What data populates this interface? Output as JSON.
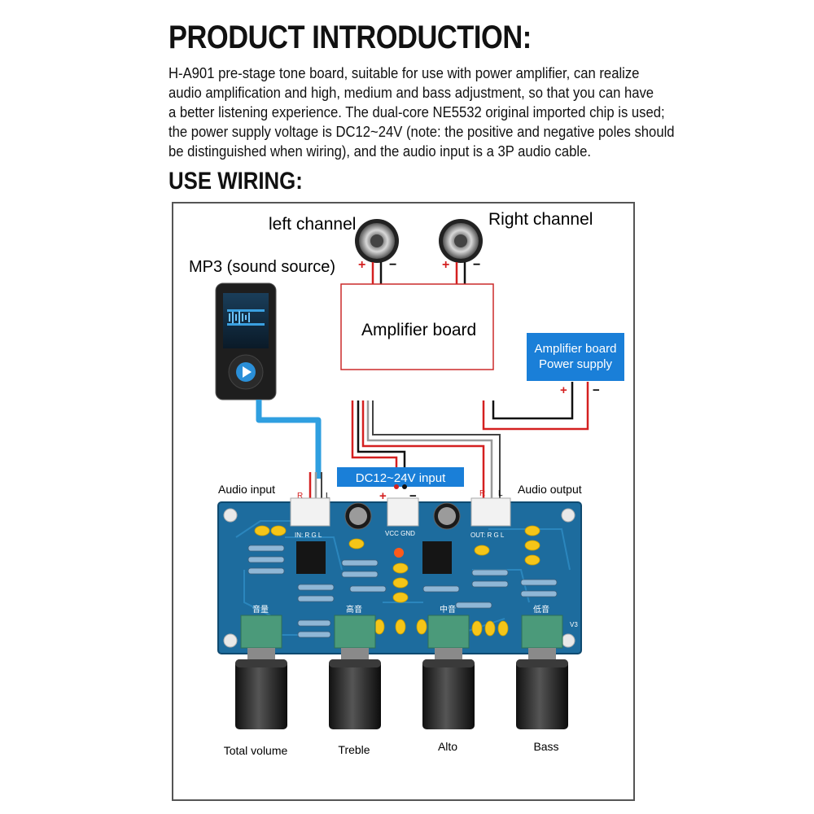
{
  "heading": "PRODUCT INTRODUCTION:",
  "intro_lines": [
    "H-A901 pre-stage tone board, suitable for use with power amplifier, can realize",
    "audio amplification and high, medium and bass adjustment, so that you can have",
    "a better listening experience. The dual-core NE5532 original imported chip is used;",
    "the power supply voltage is DC12~24V (note: the positive and negative poles should",
    "be distinguished when wiring), and the audio input is a 3P audio cable."
  ],
  "wiring_heading": "USE WIRING:",
  "diagram": {
    "left_channel": "left channel",
    "right_channel": "Right channel",
    "mp3": "MP3 (sound source)",
    "amplifier_board": "Amplifier board",
    "supply_line1": "Amplifier board",
    "supply_line2": "Power supply",
    "dc_input": "DC12~24V input",
    "audio_input": "Audio input",
    "audio_output": "Audio output",
    "plus": "+",
    "minus": "−",
    "r": "R",
    "l": "L",
    "pcb_in": "IN: R  G  L",
    "pcb_vcc": "VCC GND",
    "pcb_out": "OUT: R  G  L",
    "pcb_cn_volume": "音量",
    "pcb_cn_treble": "高音",
    "pcb_cn_mid": "中音",
    "pcb_cn_bass": "低音",
    "pcb_ver": "V3",
    "knobs": [
      "Total volume",
      "Treble",
      "Alto",
      "Bass"
    ]
  },
  "colors": {
    "wire_red": "#d42020",
    "wire_black": "#111111",
    "wire_gray": "#9a9a9a",
    "wire_blue": "#2f9fe0",
    "pcb_blue": "#1d6c9e",
    "label_blue": "#1a7fd8",
    "pot_green": "#4b9a7a",
    "amp_border": "#cc2a2a"
  }
}
